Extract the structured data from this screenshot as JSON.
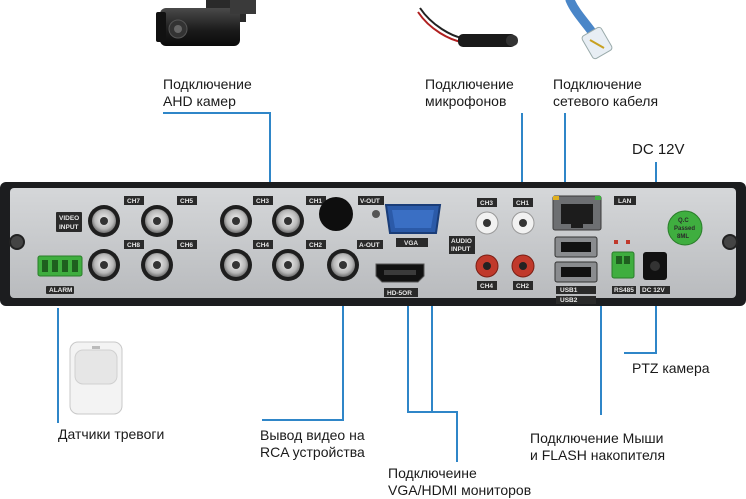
{
  "labels": {
    "ahd_camera": [
      "Подключение",
      "AHD камер"
    ],
    "microphone": [
      "Подключение",
      "микрофонов"
    ],
    "network": [
      "Подключение",
      "сетевого кабеля"
    ],
    "dc": "DC 12V",
    "ptz": "PTZ камера",
    "alarm_sensors": "Датчики тревоги",
    "rca_out": [
      "Вывод видео на",
      "RCA устройства"
    ],
    "vga_hdmi": [
      "Подключеине",
      "VGA/HDMI мониторов"
    ],
    "usb": [
      "Подключение Мыши",
      "и FLASH накопителя"
    ]
  },
  "panel_marks": {
    "video_input": [
      "VIDEO",
      "INPUT"
    ],
    "channels": [
      "CH7",
      "CH5",
      "CH3",
      "CH1",
      "CH8",
      "CH6",
      "CH4",
      "CH2"
    ],
    "v_out": "V-OUT",
    "a_out": "A-OUT",
    "vga": "VGA",
    "hdmi": "HD-5OR",
    "audio_input": [
      "AUDIO",
      "INPUT"
    ],
    "audio_ch": [
      "CH3",
      "CH1",
      "CH4",
      "CH2"
    ],
    "lan": "LAN",
    "usb1": "USB1",
    "usb2": "USB2",
    "rs485": "RS485",
    "dc12v": "DC 12V",
    "alarm": "ALARM",
    "qc_sticker": [
      "Q.C",
      "Passed",
      "8ML"
    ]
  },
  "colors": {
    "panel": "#1c1d1f",
    "plate": "#c9cbcd",
    "leader_line": "#2f86c8",
    "terminal_green": "#3fae3f",
    "rca_red": "#c0392b"
  }
}
